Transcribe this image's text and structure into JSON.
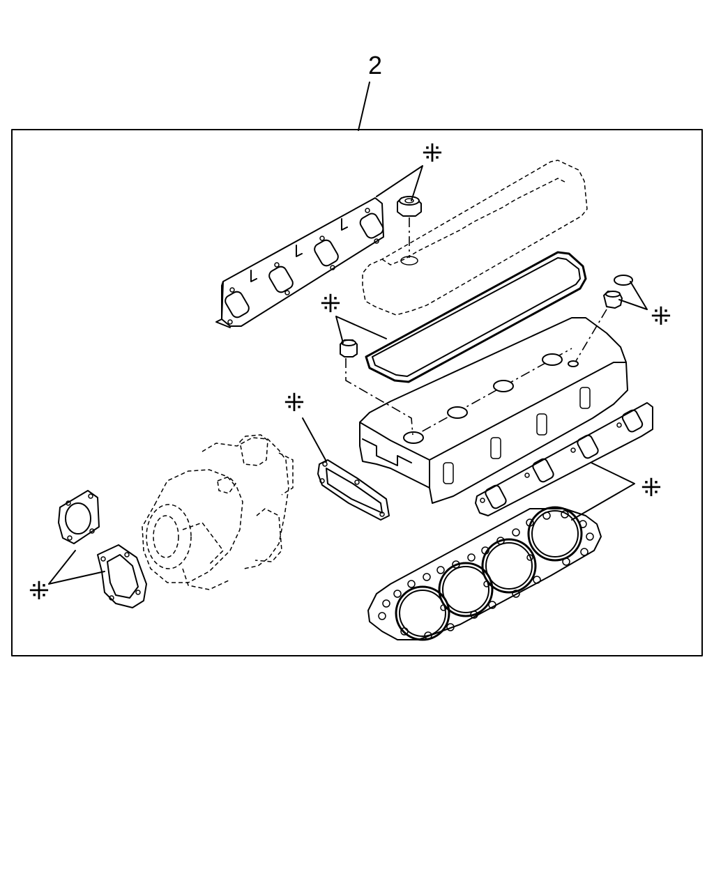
{
  "diagram": {
    "callout_number": "2",
    "kit_marker": "⁜",
    "marked_part_groups": [
      "valve-stem-seals-top",
      "valve-stem-seal-left",
      "valve-stem-seal-right",
      "exhaust-manifold-gasket",
      "thermostat-housing-gasket",
      "turbo-gaskets",
      "intake-manifold-and-head-gasket"
    ]
  }
}
